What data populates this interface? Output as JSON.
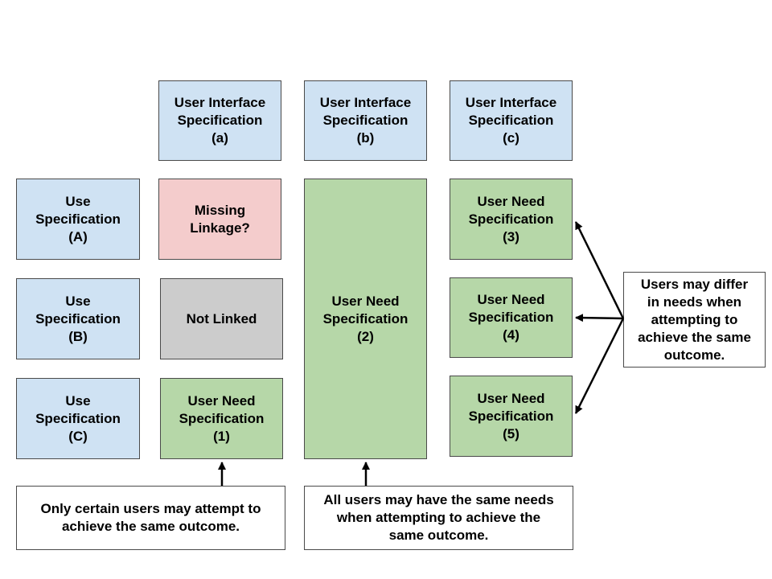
{
  "colors": {
    "spec_blue": "#cfe2f3",
    "need_green": "#b6d7a8",
    "missing_pink": "#f4cccc",
    "not_linked_gray": "#cccccc",
    "note_white": "#ffffff"
  },
  "ui_specs": {
    "a": "User Interface\nSpecification\n(a)",
    "b": "User Interface\nSpecification\n(b)",
    "c": "User Interface\nSpecification\n(c)"
  },
  "use_specs": {
    "A": "Use\nSpecification\n(A)",
    "B": "Use\nSpecification\n(B)",
    "C": "Use\nSpecification\n(C)"
  },
  "cells": {
    "missing": "Missing\nLinkage?",
    "not_linked": "Not Linked"
  },
  "need_specs": {
    "n1": "User Need\nSpecification\n(1)",
    "n2": "User Need\nSpecification\n(2)",
    "n3": "User Need\nSpecification\n(3)",
    "n4": "User Need\nSpecification\n(4)",
    "n5": "User Need\nSpecification\n(5)"
  },
  "notes": {
    "certain_users": "Only certain users may attempt to\nachieve the same outcome.",
    "all_users": "All users may have the same needs\nwhen attempting to achieve the\nsame outcome.",
    "differ": "Users may differ\nin needs when\nattempting to\nachieve the same\noutcome."
  }
}
